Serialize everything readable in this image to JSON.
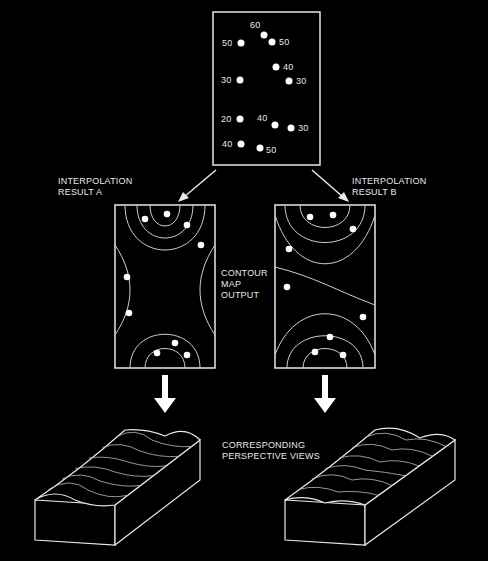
{
  "diagram": {
    "labels": [
      "60",
      "50",
      "50",
      "40",
      "30",
      "30",
      "20",
      "40",
      "30",
      "40",
      "50",
      "INTERPOLATION RESULT A",
      "INTERPOLATION RESULT B",
      "CONTOUR MAP OUTPUT",
      "CORRESPONDING PERSPECTIVE VIEWS"
    ]
  }
}
